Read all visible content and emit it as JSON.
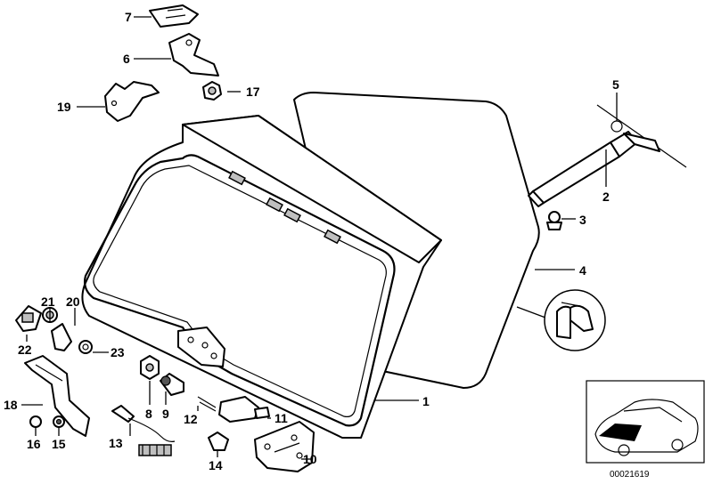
{
  "labels": {
    "l1": "1",
    "l2": "2",
    "l3": "3",
    "l4": "4",
    "l5": "5",
    "l6": "6",
    "l7": "7",
    "l8": "8",
    "l9": "9",
    "l10": "10",
    "l11": "11",
    "l12": "12",
    "l13": "13",
    "l14": "14",
    "l15": "15",
    "l16": "16",
    "l17": "17",
    "l18": "18",
    "l19": "19",
    "l20": "20",
    "l21": "21",
    "l22": "22",
    "l23": "23"
  },
  "diagram_code": "00021619"
}
